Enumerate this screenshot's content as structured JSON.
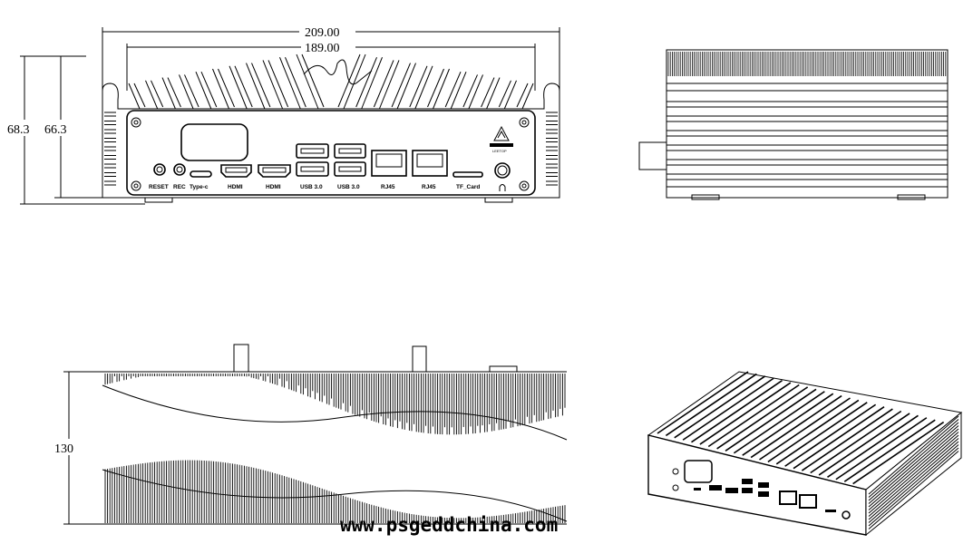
{
  "dimensions": {
    "overall_width": "209.00",
    "panel_width": "189.00",
    "overall_height": "68.3",
    "body_height": "66.3",
    "depth": "130"
  },
  "front_panel": {
    "ports": [
      {
        "label": "RESET",
        "icon": "button-icon"
      },
      {
        "label": "REC",
        "icon": "button-icon"
      },
      {
        "label": "Type-c",
        "icon": "usb-c-icon"
      },
      {
        "label": "HDMI",
        "icon": "hdmi-icon"
      },
      {
        "label": "HDMI",
        "icon": "hdmi-icon"
      },
      {
        "label": "USB 3.0",
        "icon": "usb-a-icon"
      },
      {
        "label": "USB 3.0",
        "icon": "usb-a-icon"
      },
      {
        "label": "RJ45",
        "icon": "ethernet-icon"
      },
      {
        "label": "RJ45",
        "icon": "ethernet-icon"
      },
      {
        "label": "TF_Card",
        "icon": "sd-card-icon"
      },
      {
        "label": "",
        "icon": "headphone-icon"
      }
    ],
    "logo": {
      "brand": "LEETOP"
    }
  },
  "watermark": "www.psgeddchina.com"
}
